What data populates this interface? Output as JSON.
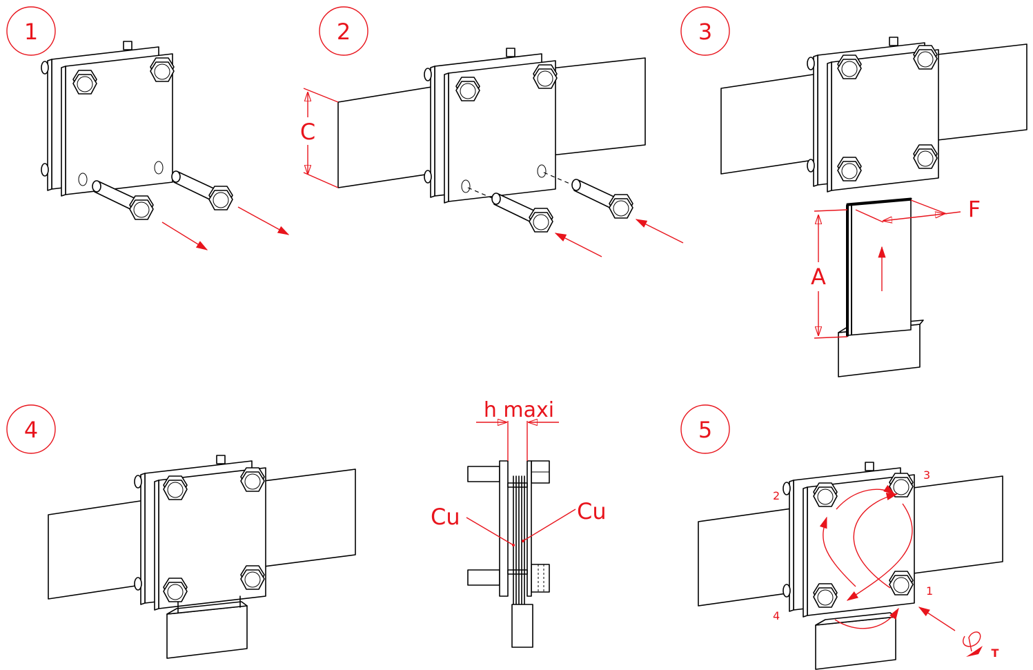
{
  "steps": [
    {
      "number": "1"
    },
    {
      "number": "2"
    },
    {
      "number": "3"
    },
    {
      "number": "4"
    },
    {
      "number": "5"
    }
  ],
  "dimensions": {
    "c_label": "C",
    "a_label": "A",
    "f_label": "F",
    "h_label": "h maxi"
  },
  "materials": {
    "cu_left": "Cu",
    "cu_right": "Cu"
  },
  "tightening": {
    "order_1": "1",
    "order_2": "2",
    "order_3": "3",
    "order_4": "4",
    "torque_label": "T"
  },
  "colors": {
    "annotation": "#e8141c",
    "line": "#000000"
  }
}
